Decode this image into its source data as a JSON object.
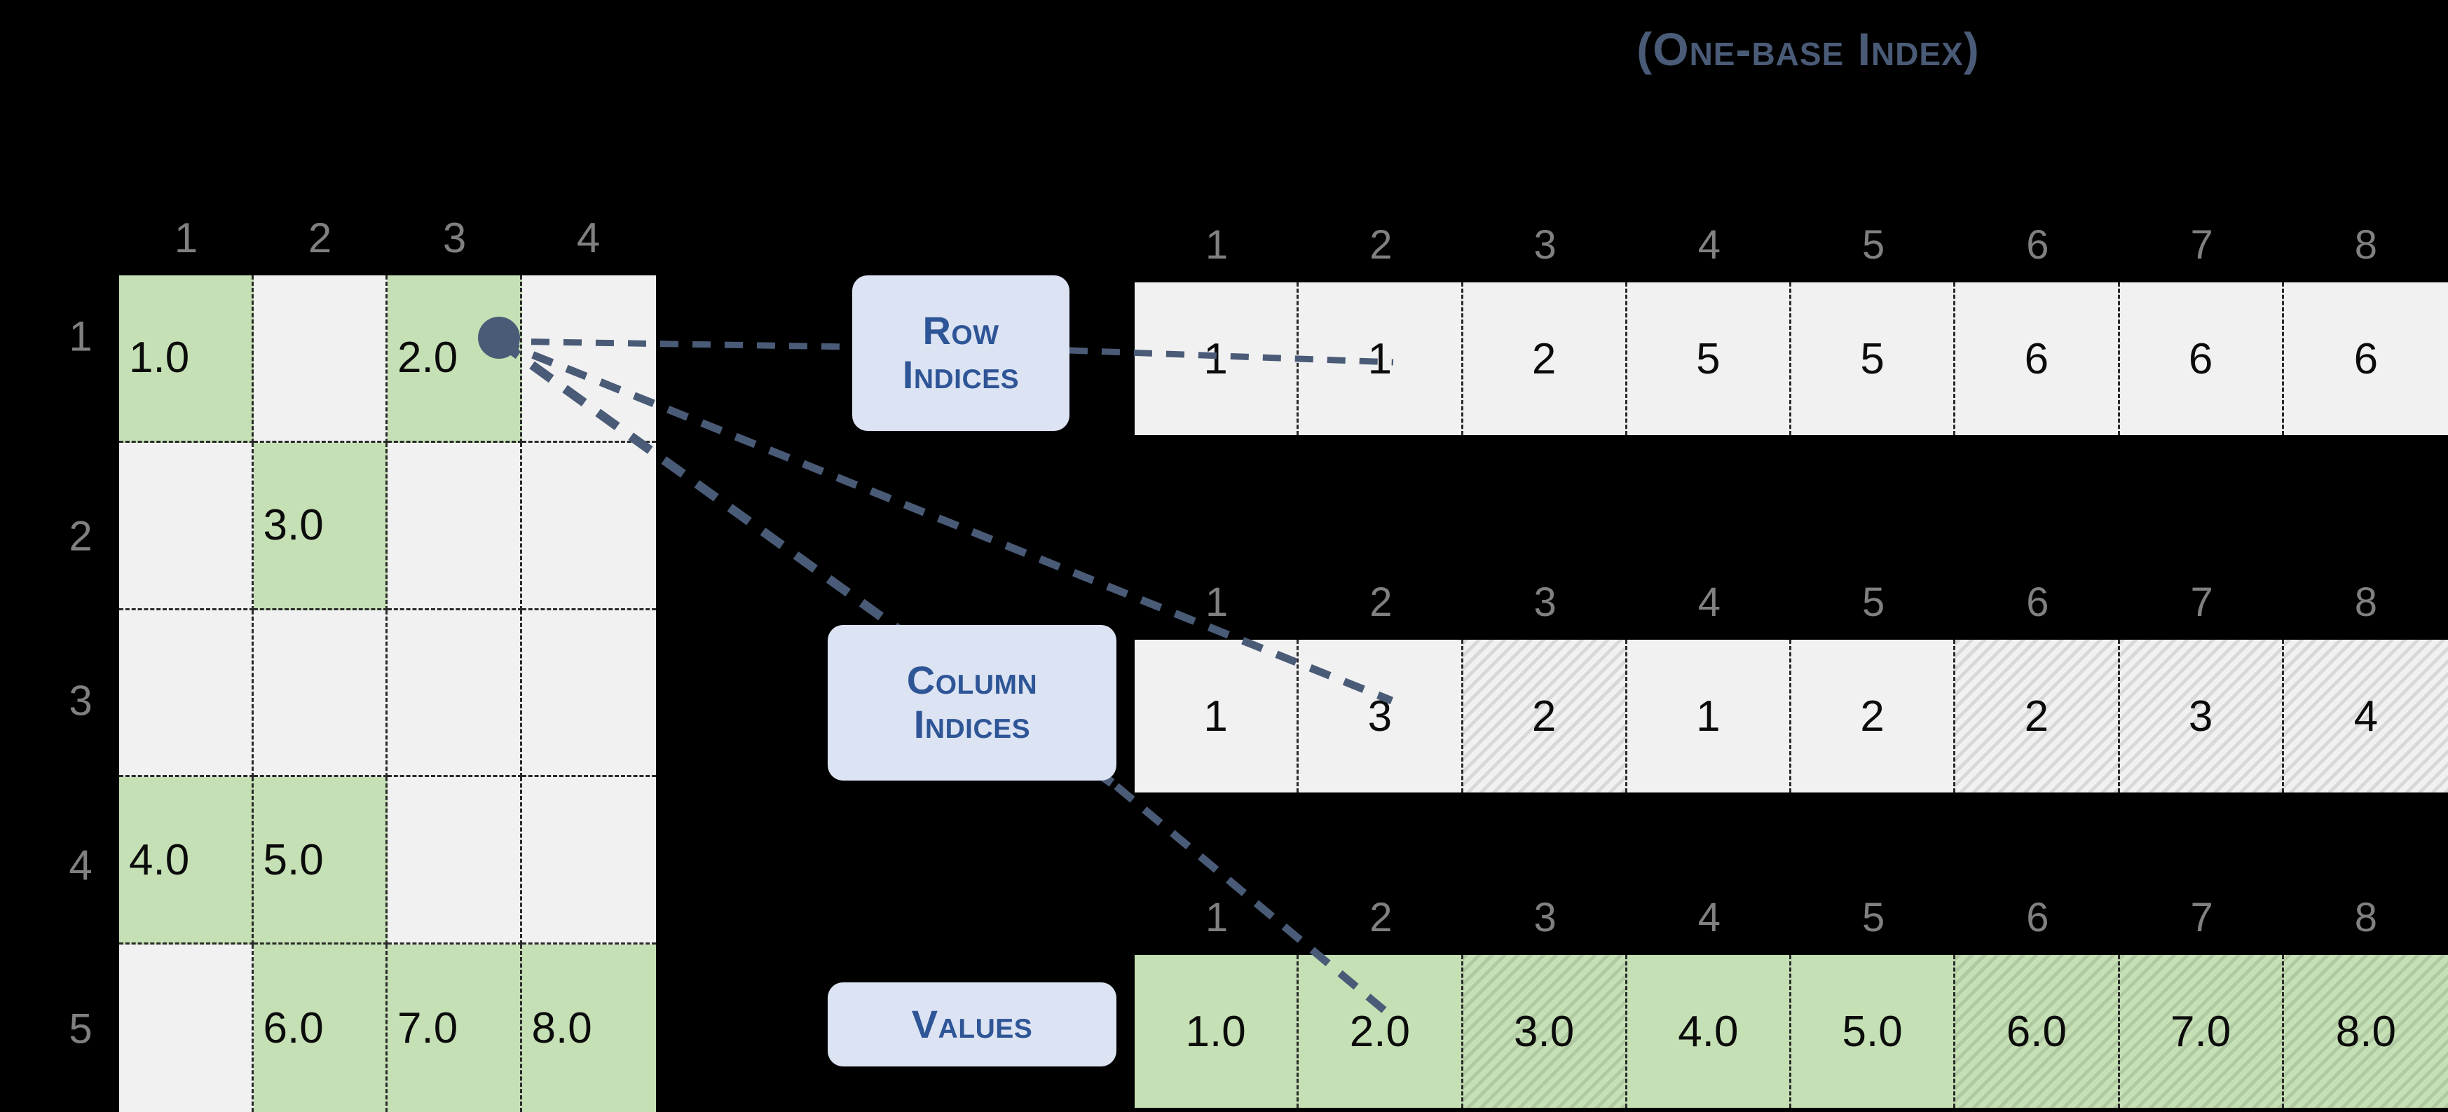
{
  "title": "(One-base Index)",
  "colors": {
    "accent_pill_bg": "#dce3f3",
    "accent_pill_text": "#2e5596",
    "nonzero_green": "#c5e0b4",
    "empty_gray": "#f1f1f1",
    "header_gray": "#808080",
    "connector_slate": "#4a5b77",
    "title_slate": "#4a5b77",
    "background": "#000000"
  },
  "matrix": {
    "name": "sparse-matrix",
    "column_headers": [
      "1",
      "2",
      "3",
      "4"
    ],
    "row_headers": [
      "1",
      "2",
      "3",
      "4",
      "5"
    ],
    "rows": [
      [
        {
          "value": "1.0",
          "nonzero": true
        },
        {
          "value": "",
          "nonzero": false
        },
        {
          "value": "2.0",
          "nonzero": true
        },
        {
          "value": "",
          "nonzero": false
        }
      ],
      [
        {
          "value": "",
          "nonzero": false
        },
        {
          "value": "3.0",
          "nonzero": true
        },
        {
          "value": "",
          "nonzero": false
        },
        {
          "value": "",
          "nonzero": false
        }
      ],
      [
        {
          "value": "",
          "nonzero": false
        },
        {
          "value": "",
          "nonzero": false
        },
        {
          "value": "",
          "nonzero": false
        },
        {
          "value": "",
          "nonzero": false
        }
      ],
      [
        {
          "value": "4.0",
          "nonzero": true
        },
        {
          "value": "5.0",
          "nonzero": true
        },
        {
          "value": "",
          "nonzero": false
        },
        {
          "value": "",
          "nonzero": false
        }
      ],
      [
        {
          "value": "",
          "nonzero": false
        },
        {
          "value": "6.0",
          "nonzero": true
        },
        {
          "value": "7.0",
          "nonzero": true
        },
        {
          "value": "8.0",
          "nonzero": true
        }
      ]
    ],
    "marker": {
      "name": "selected-entry-dot",
      "row": 1,
      "column": 3,
      "value": "2.0"
    }
  },
  "arrays": {
    "index_headers": [
      "1",
      "2",
      "3",
      "4",
      "5",
      "6",
      "7",
      "8"
    ],
    "row_indices": {
      "label_line1": "Row",
      "label_line2": "Indices",
      "values": [
        "1",
        "1",
        "2",
        "5",
        "5",
        "6",
        "6",
        "6"
      ],
      "hatched": [
        false,
        false,
        false,
        false,
        false,
        false,
        false,
        false
      ],
      "green": [
        false,
        false,
        false,
        false,
        false,
        false,
        false,
        false
      ]
    },
    "column_indices": {
      "label_line1": "Column",
      "label_line2": "Indices",
      "values": [
        "1",
        "3",
        "2",
        "1",
        "2",
        "2",
        "3",
        "4"
      ],
      "hatched": [
        false,
        false,
        true,
        false,
        false,
        true,
        true,
        true
      ],
      "green": [
        false,
        false,
        false,
        false,
        false,
        false,
        false,
        false
      ]
    },
    "values": {
      "label_line1": "Values",
      "label_line2": "",
      "values": [
        "1.0",
        "2.0",
        "3.0",
        "4.0",
        "5.0",
        "6.0",
        "7.0",
        "8.0"
      ],
      "hatched": [
        false,
        false,
        true,
        false,
        false,
        true,
        true,
        true
      ],
      "green": [
        true,
        true,
        true,
        true,
        true,
        true,
        true,
        true
      ]
    }
  }
}
